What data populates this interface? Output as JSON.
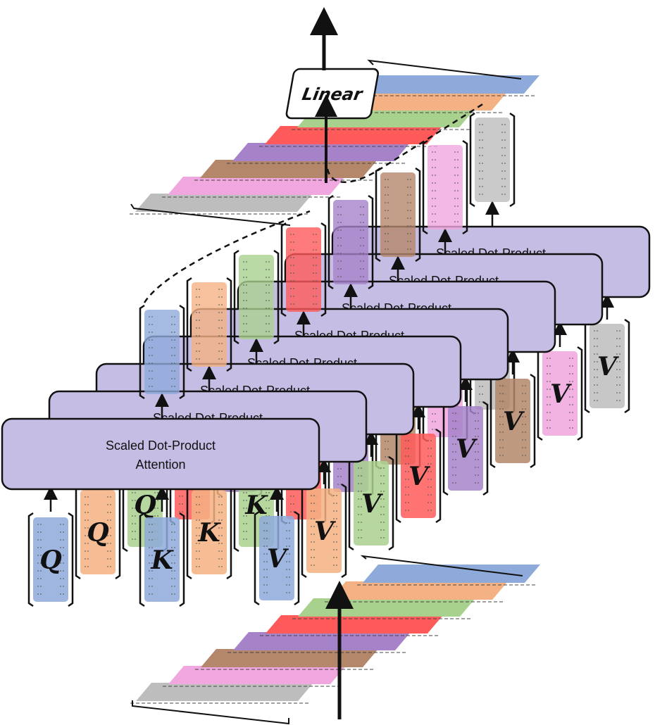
{
  "colors": {
    "blue": "#8eaadb",
    "orange": "#f4b183",
    "green": "#a9d18e",
    "red": "#ff5a5a",
    "purple": "#a682c9",
    "brown": "#b4866a",
    "pink": "#f0a6de",
    "gray": "#bdbdbd",
    "attention_box": "#c5bde3",
    "attention_stroke": "#111111"
  },
  "heads": [
    {
      "query_label": "Q",
      "key_label": "K",
      "value_label": "V",
      "attention_title": "Scaled Dot-Product",
      "attention_subtitle": "Attention",
      "color": "blue"
    },
    {
      "query_label": "Q",
      "key_label": "K",
      "value_label": "V",
      "attention_title": "Scaled Dot-Product",
      "color": "orange"
    },
    {
      "query_label": "Q",
      "key_label": "K",
      "value_label": "V",
      "attention_title": "Scaled Dot-Product",
      "color": "green"
    },
    {
      "query_label": "",
      "key_label": "",
      "value_label": "V",
      "attention_title": "Scaled Dot-Product",
      "color": "red"
    },
    {
      "query_label": "",
      "key_label": "",
      "value_label": "V",
      "attention_title": "Scaled Dot-Product",
      "color": "purple"
    },
    {
      "query_label": "",
      "key_label": "",
      "value_label": "V",
      "attention_title": "Scaled Dot-Product",
      "color": "brown"
    },
    {
      "query_label": "",
      "key_label": "",
      "value_label": "V",
      "attention_title": "Scaled Dot-Product",
      "color": "pink"
    },
    {
      "query_label": "",
      "key_label": "",
      "value_label": "V",
      "attention_title": "Scaled Dot-Product",
      "color": "gray"
    }
  ],
  "input_stack_colors": [
    "gray",
    "pink",
    "brown",
    "purple",
    "red",
    "green",
    "orange",
    "blue"
  ],
  "output_stack_colors": [
    "gray",
    "pink",
    "brown",
    "purple",
    "red",
    "green",
    "orange",
    "blue"
  ],
  "linear": {
    "label": "Linear"
  }
}
